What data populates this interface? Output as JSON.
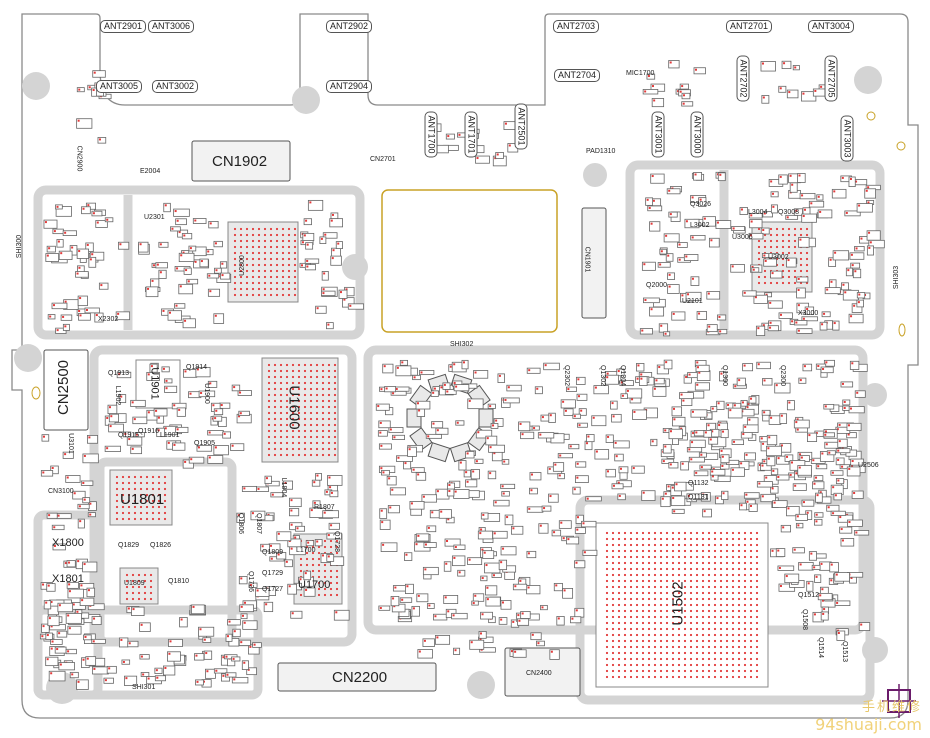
{
  "diagram": {
    "background": "#ffffff",
    "outline_color": "#8a8a8a",
    "trace_color": "#d4d4d4",
    "pad_color": "#e23b3b",
    "chip_fill": "#e6e6e6",
    "gold_outline": "#c9a227",
    "shields": [
      "SHI300",
      "SHI302",
      "SHI303",
      "SHI301"
    ],
    "antennas": [
      "ANT2901",
      "ANT3006",
      "ANT2902",
      "ANT2703",
      "ANT2701",
      "ANT3004",
      "ANT3005",
      "ANT3002",
      "ANT2904",
      "ANT2704",
      "ANT1700",
      "ANT1701",
      "ANT2501",
      "ANT3001",
      "ANT3000",
      "ANT2702",
      "ANT2705",
      "ANT3003"
    ],
    "connectors": [
      "CN1902",
      "CN2701",
      "CN1901",
      "CN2500",
      "CN3100",
      "CN2200",
      "CN2400",
      "CN2900"
    ],
    "chips": [
      "U1600",
      "U1901",
      "U1801",
      "U1809",
      "U1700",
      "U1502",
      "U2101",
      "U2301",
      "U3101",
      "U2800",
      "U3002",
      "U3006",
      "U1900",
      "U2506",
      "U1901"
    ],
    "misc_labels": [
      "PAD1310",
      "MIC1700",
      "X1800",
      "X1801",
      "X3000",
      "E2004",
      "X2302",
      "L1901",
      "L1902",
      "Q1913",
      "Q1914",
      "Q1915",
      "Q1916",
      "Q1905",
      "Q1829",
      "Q1826",
      "Q1810",
      "Q1806",
      "Q1807",
      "Q1809",
      "L1700",
      "Q1729",
      "Q1727",
      "Q1726",
      "Q1728",
      "R1807",
      "Q1132",
      "Q1131",
      "Q1512",
      "Q1508",
      "Q1514",
      "Q1513",
      "L1804",
      "Q1304",
      "Q1300",
      "Q1302",
      "Q2300",
      "Q2302",
      "Q2000",
      "Q3026",
      "L3002",
      "Q3008",
      "L3004"
    ],
    "watermark_cn": "手机维修",
    "watermark_url": "94shuaji.com"
  }
}
